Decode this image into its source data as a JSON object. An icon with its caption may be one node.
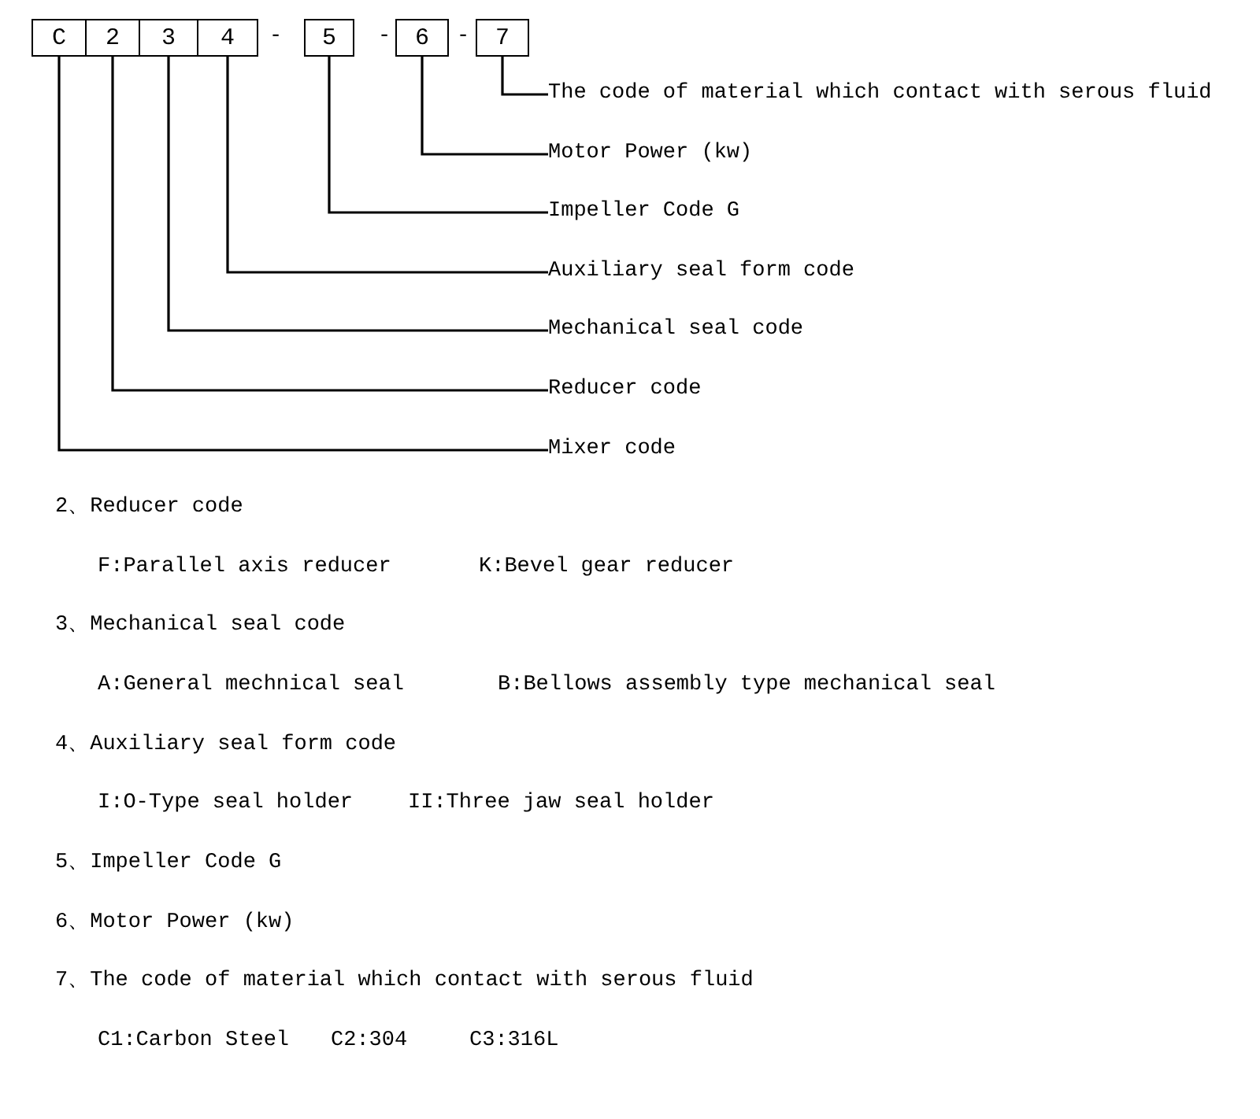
{
  "diagram": {
    "nodes": [
      {
        "text": [
          "C"
        ]
      },
      {
        "text": [
          "2"
        ]
      },
      {
        "text": [
          "3"
        ]
      },
      {
        "text": [
          "4"
        ]
      },
      {
        "text": [
          "5"
        ]
      },
      {
        "text": [
          "6"
        ]
      },
      {
        "text": [
          "7"
        ]
      },
      {
        "text": [
          "The code of material which contact with serous fluid"
        ]
      },
      {
        "text": [
          "Motor Power (kw)"
        ]
      },
      {
        "text": [
          "Impeller Code G"
        ]
      },
      {
        "text": [
          "Auxiliary seal form code"
        ]
      },
      {
        "text": [
          "Mechanical seal code"
        ]
      },
      {
        "text": [
          "Reducer code"
        ]
      },
      {
        "text": [
          "Mixer code"
        ]
      }
    ],
    "edges": [
      {
        "from": 6,
        "to": 7,
        "arrow": "none"
      },
      {
        "from": 5,
        "to": 8,
        "arrow": "none"
      },
      {
        "from": 4,
        "to": 9,
        "arrow": "none"
      },
      {
        "from": 3,
        "to": 10,
        "arrow": "none"
      },
      {
        "from": 2,
        "to": 11,
        "arrow": "none"
      },
      {
        "from": 1,
        "to": 12,
        "arrow": "none"
      },
      {
        "from": 0,
        "to": 13,
        "arrow": "none"
      }
    ],
    "labels": [
      "-",
      "-",
      "-",
      "2、Reducer code",
      "F:Parallel axis reducer",
      "K:Bevel gear reducer",
      "3、Mechanical seal code",
      "A:General mechnical seal",
      "B:Bellows assembly type mechanical seal",
      "4、Auxiliary seal form code",
      "I:O-Type seal holder",
      "II:Three jaw seal holder",
      "5、Impeller Code G",
      "6、Motor Power (kw)",
      "7、The code of material which contact with serous fluid",
      "C1:Carbon Steel",
      "C2:304",
      "C3:316L"
    ]
  }
}
